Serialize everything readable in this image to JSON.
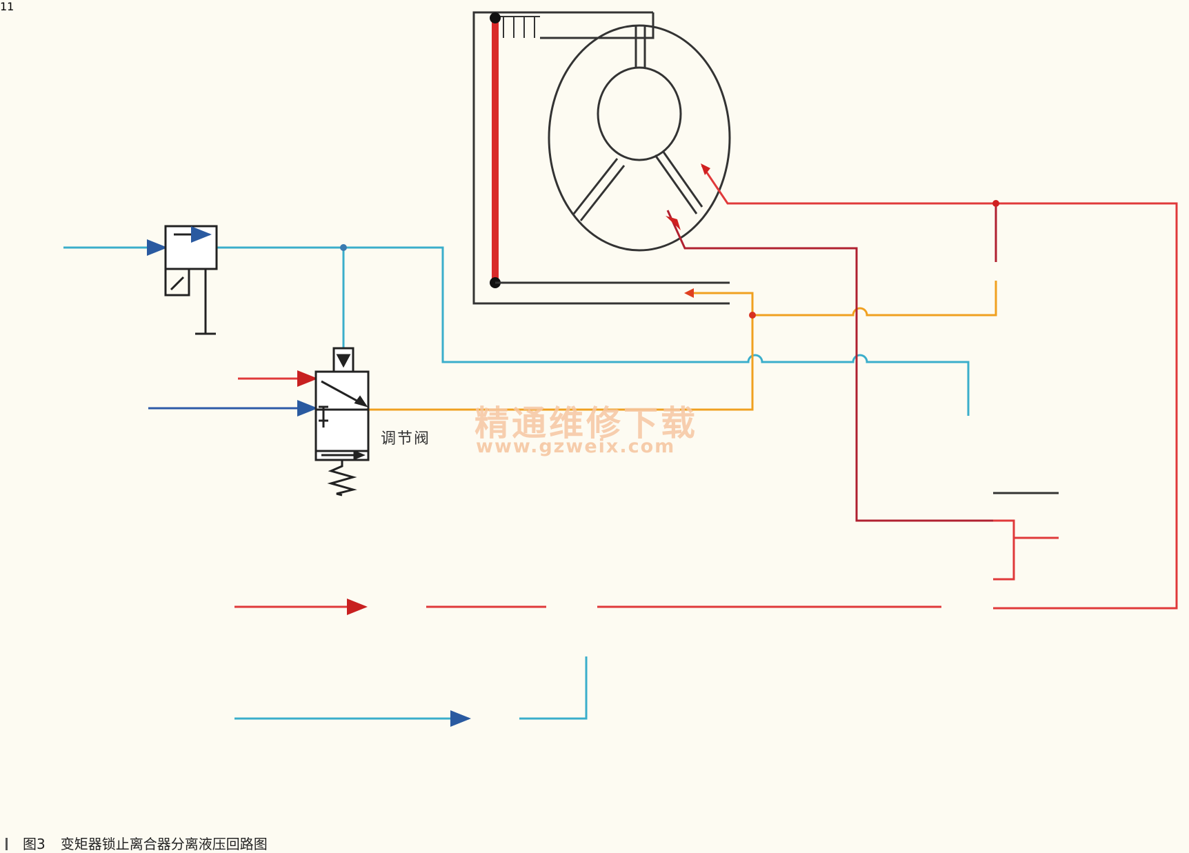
{
  "labels": {
    "regulator_valve": "调节阀",
    "valve_number": "11"
  },
  "watermark": {
    "title": "精通维修下载",
    "url": "www.gzweix.com"
  },
  "caption": {
    "figure_number": "图3",
    "title": "变矩器锁止离合器分离液压回路图"
  },
  "colors": {
    "cyan_line": "#3aaecb",
    "blue_line": "#2d5aa8",
    "red_line": "#e0393a",
    "orange_line": "#f0a020",
    "dark_red_line": "#b02030",
    "symbol_stroke": "#222222",
    "background": "#fdfbf2"
  }
}
